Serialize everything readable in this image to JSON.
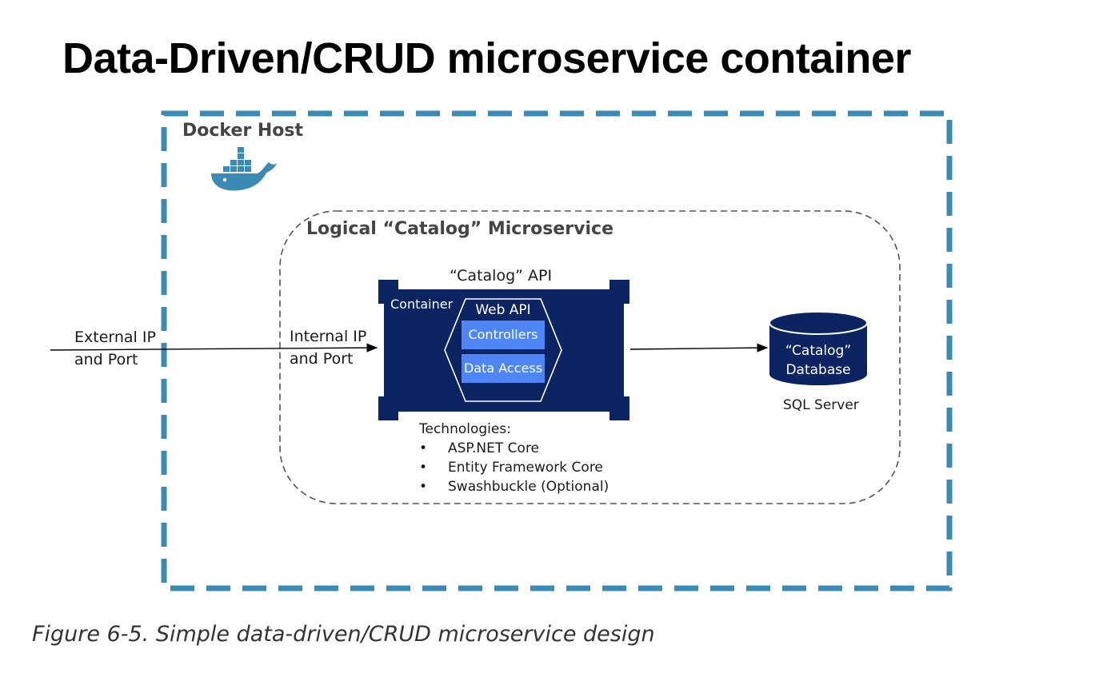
{
  "title": "Data-Driven/CRUD microservice container",
  "docker_host": {
    "label": "Docker Host"
  },
  "microservice": {
    "label": "Logical “Catalog” Microservice"
  },
  "api": {
    "title": "“Catalog” API",
    "container_label": "Container",
    "web_api_label": "Web API",
    "controllers_label": "Controllers",
    "data_access_label": "Data Access"
  },
  "external": {
    "line1": "External IP",
    "line2": "and Port"
  },
  "internal": {
    "line1": "Internal IP",
    "line2": "and Port"
  },
  "database": {
    "line1": "“Catalog”",
    "line2": "Database",
    "server_label": "SQL Server"
  },
  "technologies": {
    "heading": "Technologies:",
    "items": [
      "ASP.NET Core",
      "Entity Framework Core",
      "Swashbuckle (Optional)"
    ]
  },
  "caption": "Figure 6-5. Simple data-driven/CRUD microservice design",
  "colors": {
    "docker_blue": "#3a8ab5",
    "container_navy": "#0c2461",
    "inner_box_blue": "#4f86f7"
  }
}
